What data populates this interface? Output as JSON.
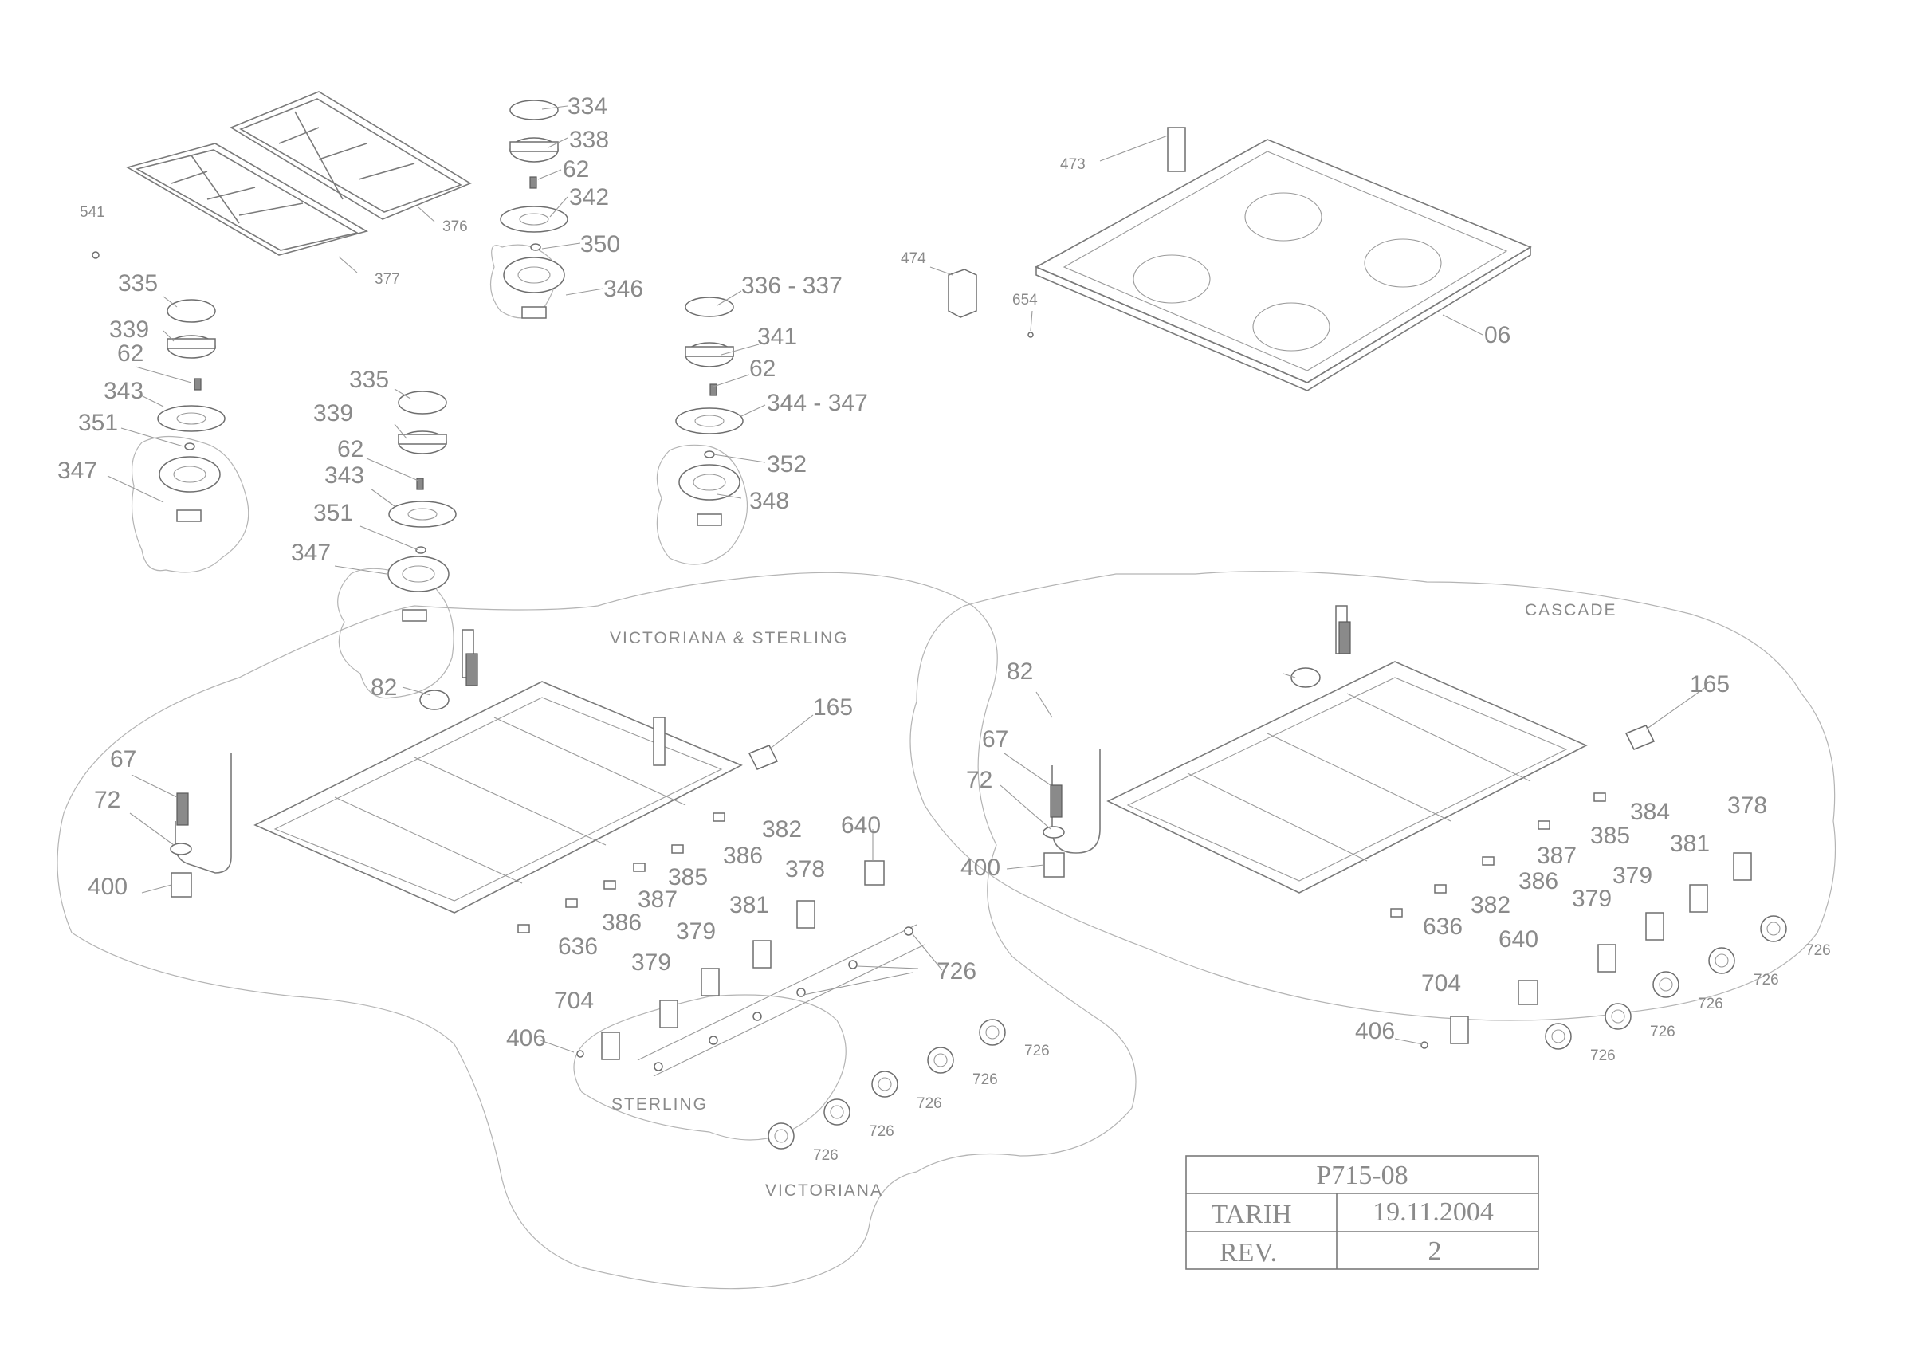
{
  "labels": {
    "p334": "334",
    "p338": "338",
    "p62a": "62",
    "p342": "342",
    "p350": "350",
    "p346": "346",
    "p376": "376",
    "p377": "377",
    "p541": "541",
    "p335a": "335",
    "p339a": "339",
    "p62b": "62",
    "p343a": "343",
    "p351a": "351",
    "p347a": "347",
    "p335b": "335",
    "p339b": "339",
    "p62c": "62",
    "p343b": "343",
    "p351b": "351",
    "p347b": "347",
    "p336": "336 - 337",
    "p341": "341",
    "p62d": "62",
    "p344": "344 - 347",
    "p352": "352",
    "p348": "348",
    "p473": "473",
    "p474": "474",
    "p654": "654",
    "p06": "06",
    "l82": "82",
    "l165": "165",
    "l67": "67",
    "l72": "72",
    "l400": "400",
    "l382": "382",
    "l386a": "386",
    "l385": "385",
    "l387": "387",
    "l386b": "386",
    "l636": "636",
    "l640": "640",
    "l378": "378",
    "l381": "381",
    "l379a": "379",
    "l379b": "379",
    "l704": "704",
    "l726": "726",
    "l406": "406",
    "r82": "82",
    "r165": "165",
    "r67": "67",
    "r72": "72",
    "r400": "400",
    "r384": "384",
    "r385": "385",
    "r387": "387",
    "r386": "386",
    "r382": "382",
    "r636": "636",
    "r378": "378",
    "r381": "381",
    "r379a": "379",
    "r379b": "379",
    "r640": "640",
    "r704": "704",
    "r406": "406",
    "k726": "726"
  },
  "groups": {
    "victoriana_sterling": "VICTORIANA & STERLING",
    "sterling": "STERLING",
    "victoriana": "VICTORIANA",
    "cascade": "CASCADE"
  },
  "title_block": {
    "code": "P715-08",
    "date_label": "TARIH",
    "date_value": "19.11.2004",
    "rev_label": "REV.",
    "rev_value": "2"
  }
}
